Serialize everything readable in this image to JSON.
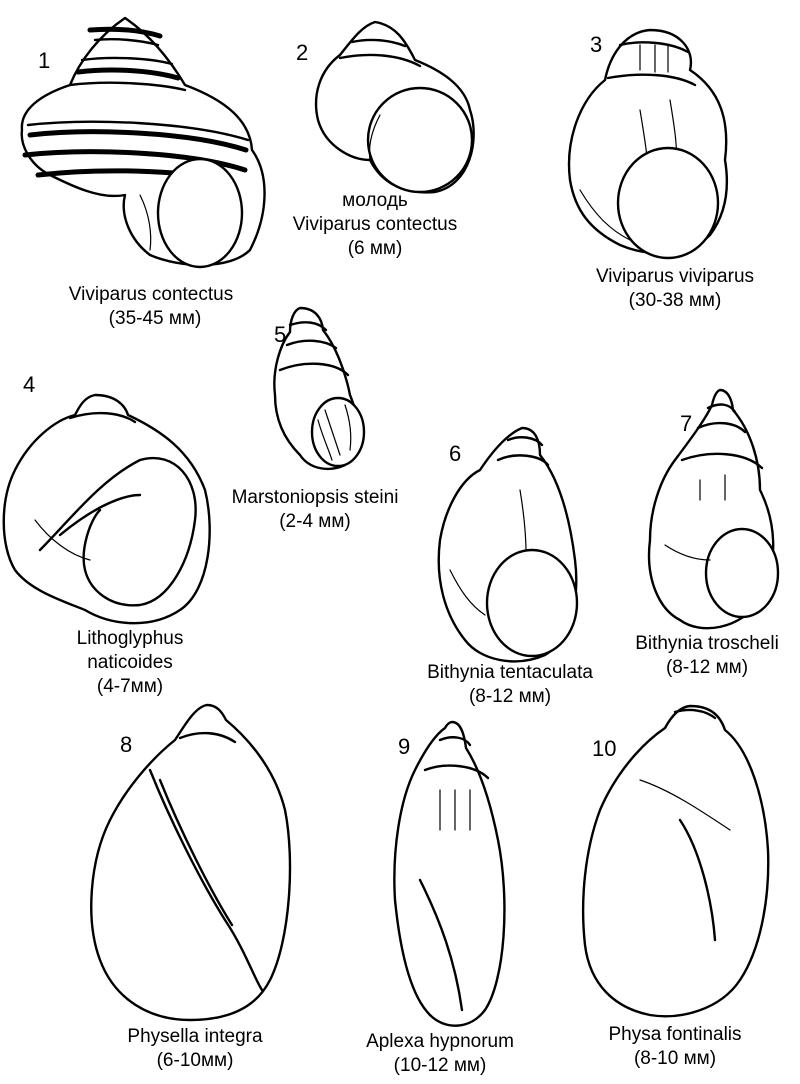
{
  "figures": [
    {
      "number": "1",
      "lines": [
        "Viviparus contectus",
        "(35-45 мм)"
      ]
    },
    {
      "number": "2",
      "lines": [
        "молодь",
        "Viviparus contectus",
        "(6 мм)"
      ]
    },
    {
      "number": "3",
      "lines": [
        "Viviparus viviparus",
        "(30-38 мм)"
      ]
    },
    {
      "number": "4",
      "lines": [
        "Lithoglyphus",
        "naticoides",
        "(4-7мм)"
      ]
    },
    {
      "number": "5",
      "lines": [
        "Marstoniopsis steini",
        "(2-4 мм)"
      ]
    },
    {
      "number": "6",
      "lines": [
        "Bithynia tentaculata",
        "(8-12 мм)"
      ]
    },
    {
      "number": "7",
      "lines": [
        "Bithynia troscheli",
        "(8-12 мм)"
      ]
    },
    {
      "number": "8",
      "lines": [
        "Physella integra",
        "(6-10мм)"
      ]
    },
    {
      "number": "9",
      "lines": [
        "Aplexa hypnorum",
        "(10-12 мм)"
      ]
    },
    {
      "number": "10",
      "lines": [
        "Physa fontinalis",
        "(8-10 мм)"
      ]
    }
  ]
}
